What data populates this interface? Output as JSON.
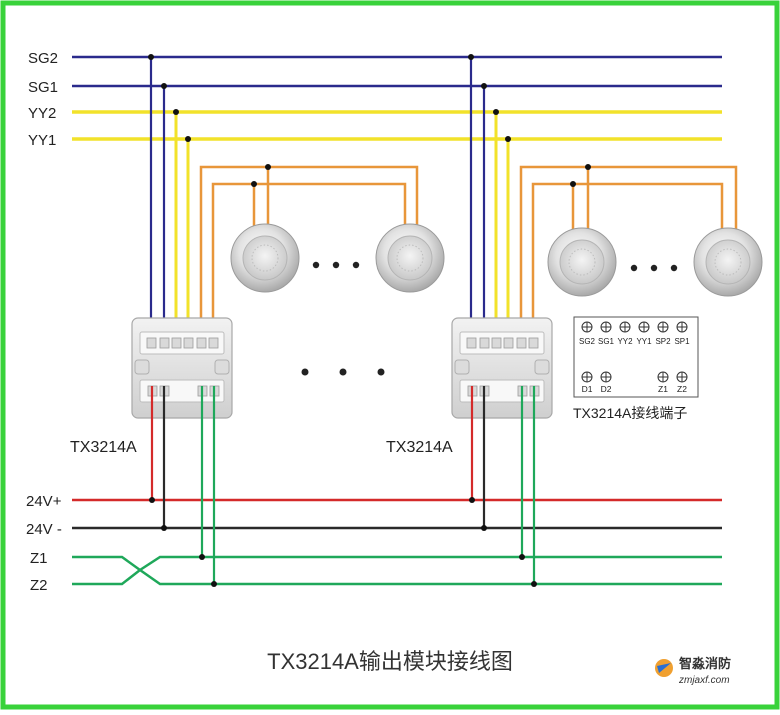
{
  "buses": {
    "sg2": "SG2",
    "sg1": "SG1",
    "yy2": "YY2",
    "yy1": "YY1",
    "v24p": "24V+",
    "v24n": "24V -",
    "z1": "Z1",
    "z2": "Z2"
  },
  "modules": {
    "left_label": "TX3214A",
    "right_label": "TX3214A"
  },
  "terminal_block": {
    "top_labels": [
      "SG2",
      "SG1",
      "YY2",
      "YY1",
      "SP2",
      "SP1"
    ],
    "bottom_labels": [
      "D1",
      "D2",
      "Z1",
      "Z2"
    ],
    "caption": "TX3214A接线端子"
  },
  "continuation": "· · ·",
  "caption": "TX3214A输出模块接线图",
  "watermark": {
    "name": "智淼消防",
    "url": "zmjaxf.com"
  },
  "colors": {
    "frame": "#39d23a",
    "signal_bus": "#2a2a8c",
    "broadcast_bus": "#f2e22a",
    "speaker_wire": "#e8963a",
    "power_pos": "#d42a2a",
    "power_neg": "#2a2a2a",
    "loop_bus": "#1fa85a",
    "module_body": "#e6e6e6"
  }
}
